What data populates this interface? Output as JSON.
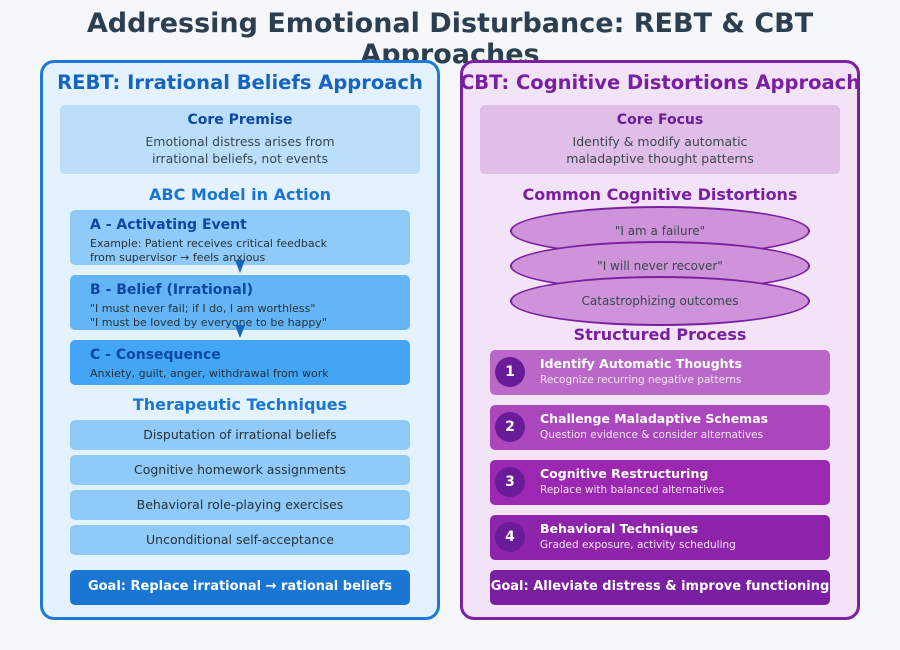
{
  "title": "Addressing Emotional Disturbance: REBT & CBT Approaches",
  "rebt": {
    "title": "REBT: Irrational Beliefs Approach",
    "premise": {
      "heading": "Core Premise",
      "line1": "Emotional distress arises from",
      "line2": "irrational beliefs, not events"
    },
    "abc_title": "ABC Model in Action",
    "abc": [
      {
        "heading": "A - Activating Event",
        "line1": "Example: Patient receives critical feedback",
        "line2": "from supervisor → feels anxious"
      },
      {
        "heading": "B - Belief (Irrational)",
        "line1": "\"I must never fail; if I do, I am worthless\"",
        "line2": "\"I must be loved by everyone to be happy\""
      },
      {
        "heading": "C - Consequence",
        "line1": "Anxiety, guilt, anger, withdrawal from work"
      }
    ],
    "techniques_title": "Therapeutic Techniques",
    "techniques": [
      "Disputation of irrational beliefs",
      "Cognitive homework assignments",
      "Behavioral role-playing exercises",
      "Unconditional self-acceptance"
    ],
    "goal": "Goal: Replace irrational → rational beliefs"
  },
  "cbt": {
    "title": "CBT: Cognitive Distortions Approach",
    "focus": {
      "heading": "Core Focus",
      "line1": "Identify & modify automatic",
      "line2": "maladaptive thought patterns"
    },
    "distortions_title": "Common Cognitive Distortions",
    "distortions": [
      "\"I am a failure\"",
      "\"I will never recover\"",
      "Catastrophizing outcomes"
    ],
    "process_title": "Structured Process",
    "steps": [
      {
        "num": "1",
        "heading": "Identify Automatic Thoughts",
        "desc": "Recognize recurring negative patterns"
      },
      {
        "num": "2",
        "heading": "Challenge Maladaptive Schemas",
        "desc": "Question evidence & consider alternatives"
      },
      {
        "num": "3",
        "heading": "Cognitive Restructuring",
        "desc": "Replace with balanced alternatives"
      },
      {
        "num": "4",
        "heading": "Behavioral Techniques",
        "desc": "Graded exposure, activity scheduling"
      }
    ],
    "goal": "Goal: Alleviate distress & improve functioning"
  },
  "colors": {
    "rebt_border": "#1e7ad6",
    "rebt_bg": "#e3f2fd",
    "cbt_border": "#7b1fa2",
    "cbt_bg": "#f3e3f6"
  }
}
